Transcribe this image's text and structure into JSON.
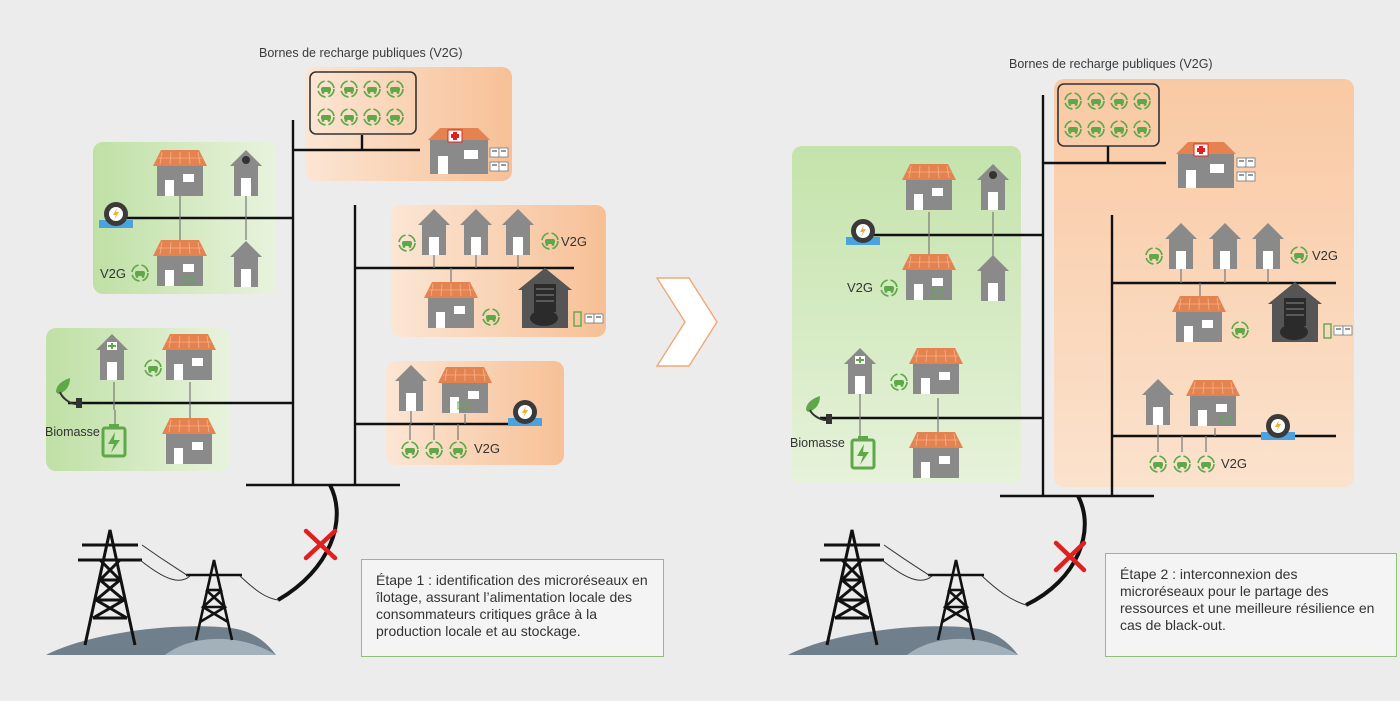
{
  "labels": {
    "chargers": "Bornes de recharge publiques (V2G)",
    "v2g": "V2G",
    "biomass": "Biomasse"
  },
  "steps": [
    {
      "text": "Étape 1 : identification des microréseaux en îlotage, assurant l’alimentation locale des consommateurs critiques grâce à la production locale et au stockage."
    },
    {
      "text": "Étape 2 : interconnexion des microréseaux pour le partage des ressources et une meilleure résilience en cas de black-out."
    }
  ],
  "colors": {
    "green_zone": "#c9e4b4",
    "orange_zone": "#f8c9a2",
    "house": "#8a8a8a",
    "roof_solar": "#e4834f",
    "ev_green": "#5fa84a",
    "cross": "#e0201f",
    "battery_icon": "#5fa84a",
    "turbine": "#3a3a3a"
  },
  "icons": [
    "house-icon",
    "solar-roof-icon",
    "ev-charging-icon",
    "hospital-icon",
    "police-icon",
    "hydro-turbine-icon",
    "biomass-plug-icon",
    "battery-icon",
    "datacenter-icon",
    "pylon-icon",
    "cross-icon",
    "chevron-right-icon"
  ]
}
